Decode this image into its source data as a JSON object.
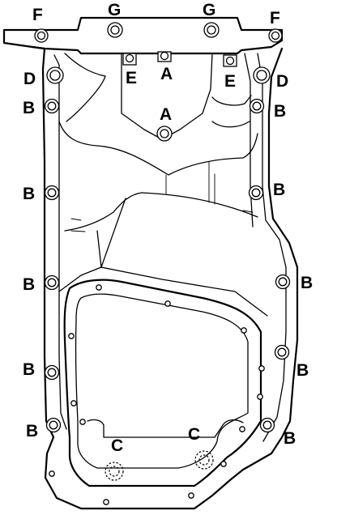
{
  "labels": {
    "F": "F",
    "G": "G",
    "A": "A",
    "E": "E",
    "D": "D",
    "B": "B",
    "C": "C"
  }
}
